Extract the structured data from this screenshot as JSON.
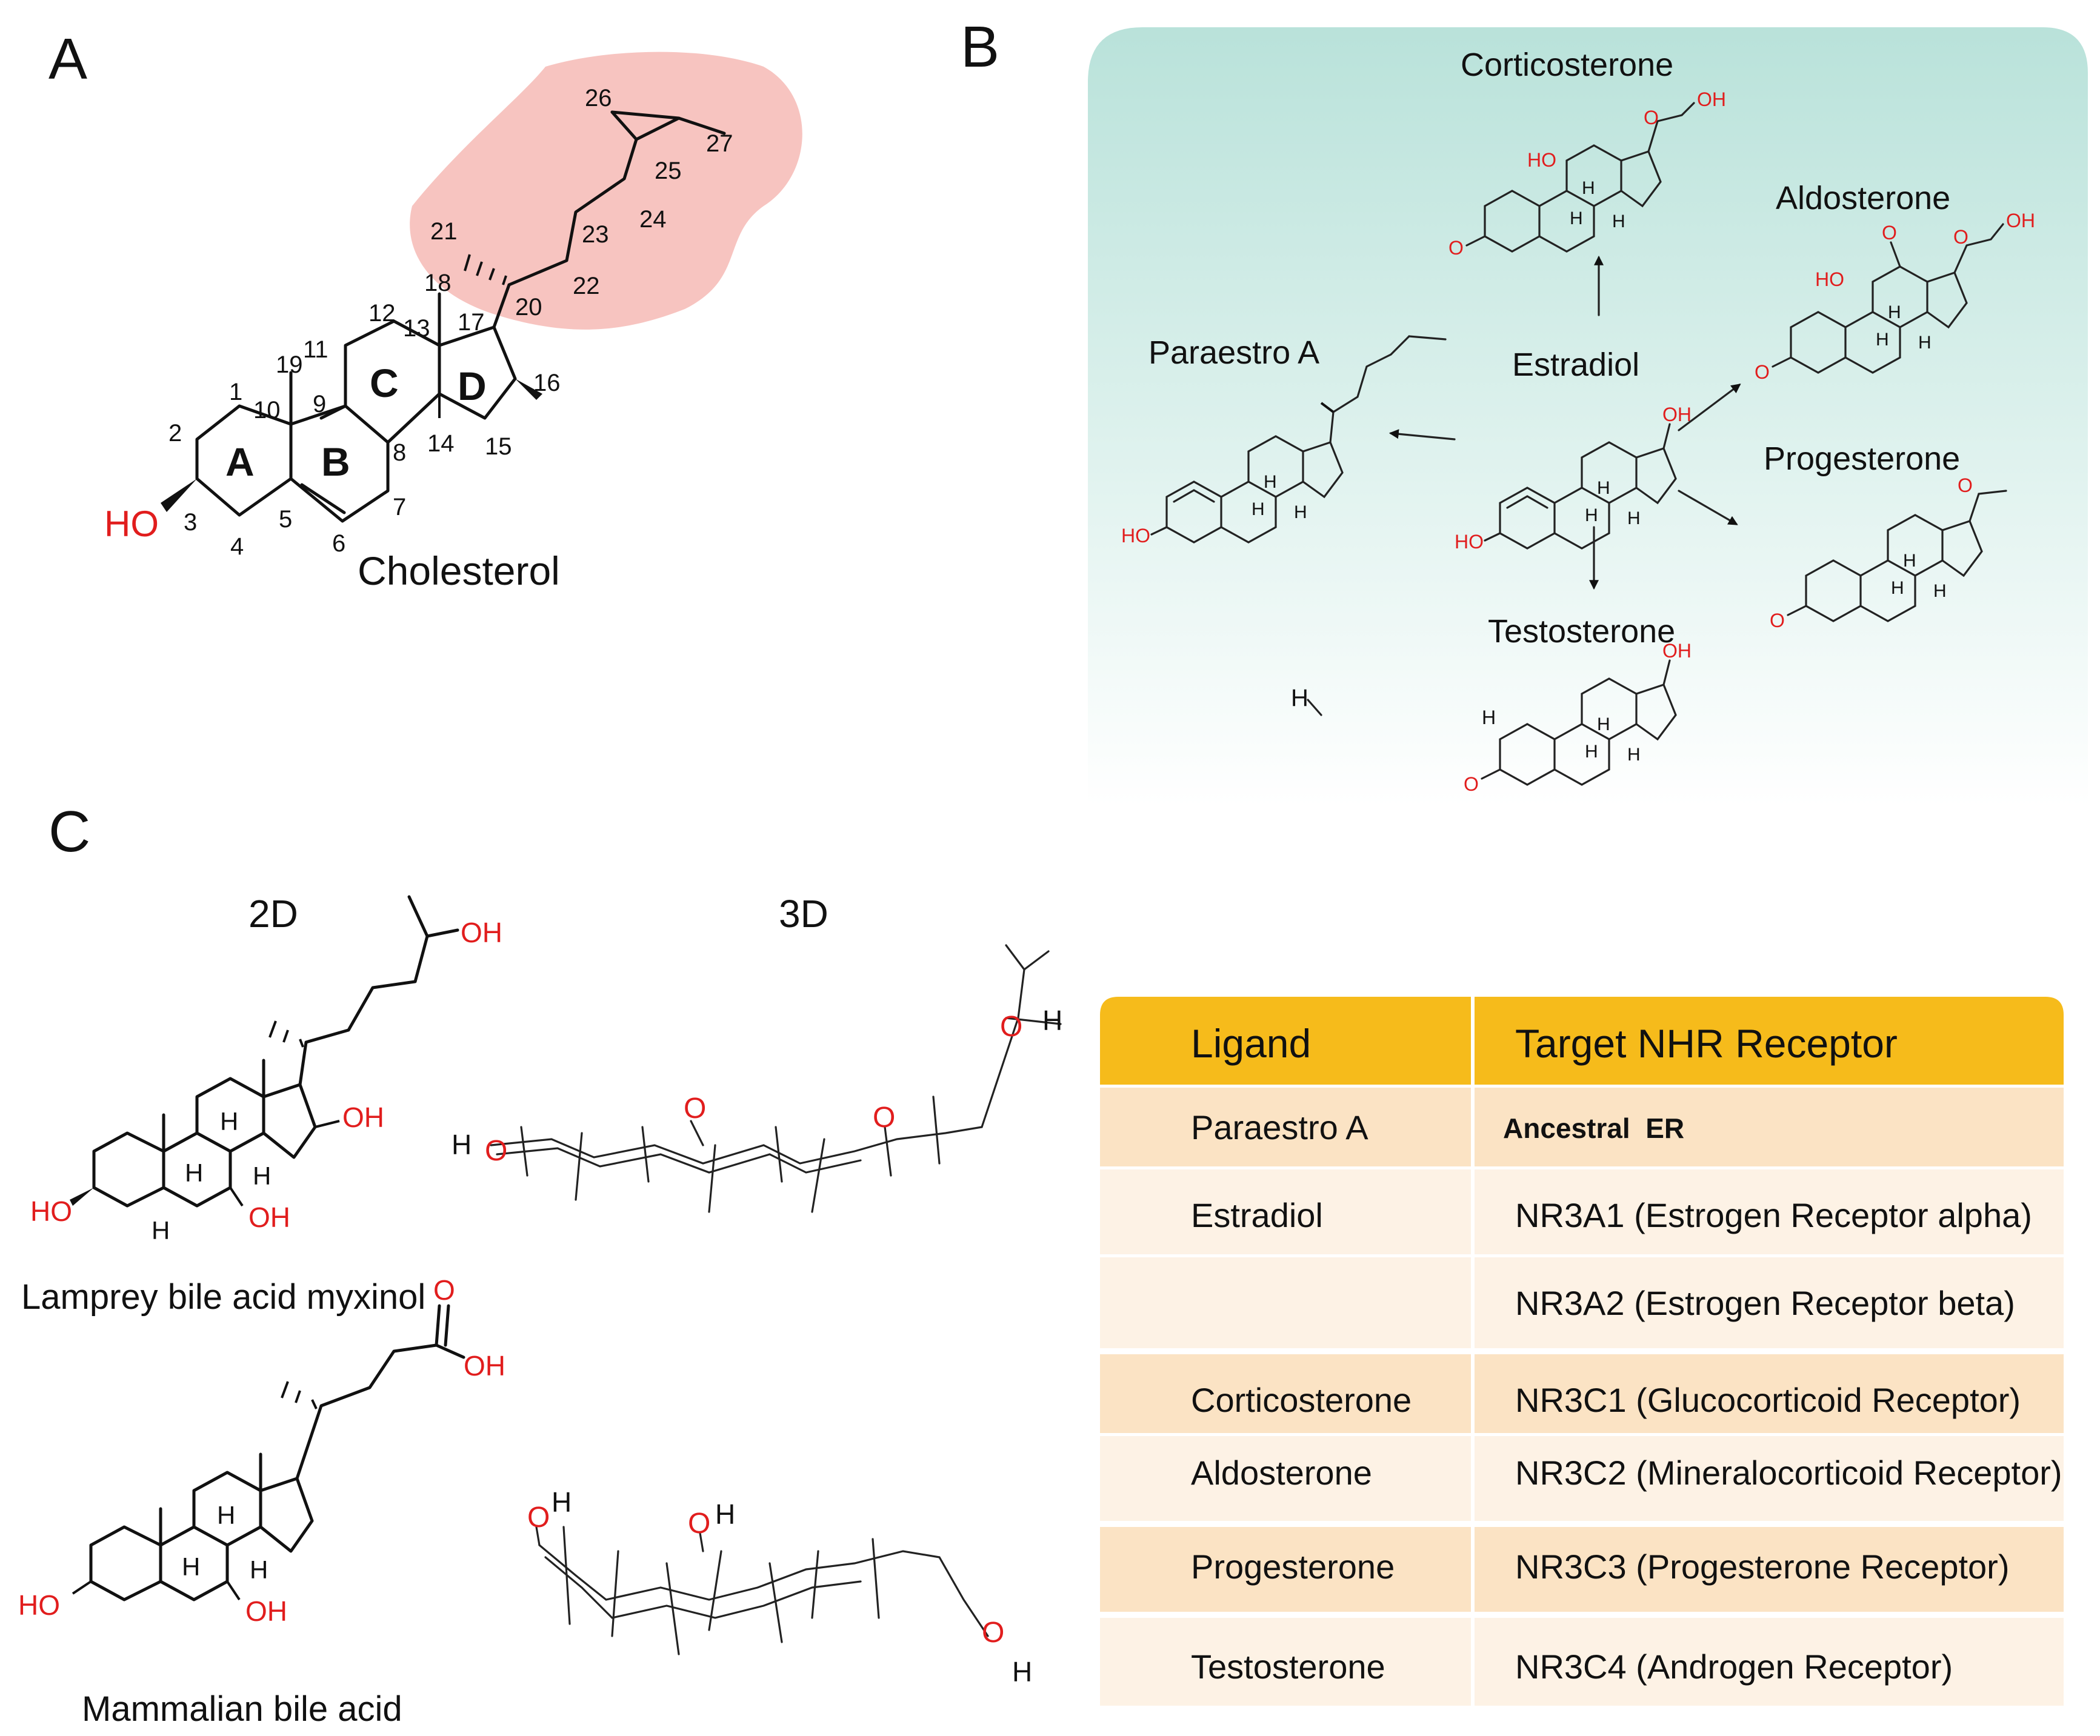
{
  "panels": {
    "a": {
      "letter": "A",
      "molecule": "Cholesterol",
      "rings": [
        "A",
        "B",
        "C",
        "D"
      ],
      "hydroxyl": "HO",
      "carbon_numbers": [
        "1",
        "2",
        "3",
        "4",
        "5",
        "6",
        "7",
        "8",
        "9",
        "10",
        "11",
        "12",
        "13",
        "14",
        "15",
        "16",
        "17",
        "18",
        "19",
        "20",
        "21",
        "22",
        "23",
        "24",
        "25",
        "26",
        "27"
      ]
    },
    "b": {
      "letter": "B",
      "molecules": [
        "Corticosterone",
        "Aldosterone",
        "Paraestro A",
        "Estradiol",
        "Progesterone",
        "Testosterone"
      ],
      "atoms": {
        "hydrogen": "H",
        "hydroxyl": "OH",
        "hydroxyl_left": "HO",
        "oxygen": "O"
      }
    },
    "c": {
      "letter": "C",
      "col_2d": "2D",
      "col_3d": "3D",
      "molecule_1": "Lamprey bile acid myxinol",
      "molecule_2": "Mammalian bile acid"
    }
  },
  "table": {
    "headers": [
      "Ligand",
      "Target NHR Receptor"
    ],
    "rows": [
      {
        "ligand": "Paraestro A",
        "receptor": "Ancestral  ER"
      },
      {
        "ligand": "Estradiol",
        "receptor": "NR3A1 (Estrogen Receptor alpha)"
      },
      {
        "ligand": "",
        "receptor": "NR3A2 (Estrogen Receptor beta)"
      },
      {
        "ligand": "Corticosterone",
        "receptor": "NR3C1 (Glucocorticoid Receptor)"
      },
      {
        "ligand": "Aldosterone",
        "receptor": "NR3C2 (Mineralocorticoid Receptor)"
      },
      {
        "ligand": "Progesterone",
        "receptor": "NR3C3 (Progesterone Receptor)"
      },
      {
        "ligand": "Testosterone",
        "receptor": "NR3C4 (Androgen Receptor)"
      }
    ]
  },
  "colors": {
    "heteroatom": "#e11d1d",
    "side_chain_highlight": "#f7c4c0",
    "panel_b_top": "#b9e2da",
    "table_header": "#f6bb1b",
    "row_dark": "#fbe3c4",
    "row_light": "#fdf2e5"
  }
}
